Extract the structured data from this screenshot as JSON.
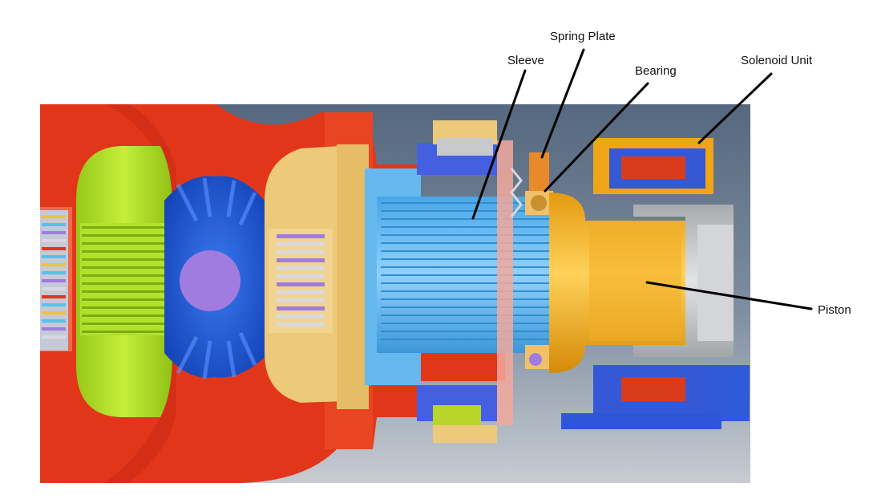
{
  "labels": {
    "spring_plate": "Spring Plate",
    "sleeve": "Sleeve",
    "bearing": "Bearing",
    "solenoid_unit": "Solenoid Unit",
    "piston": "Piston"
  },
  "colors": {
    "background_top": "#5c6f86",
    "background_bottom": "#c3c8cf",
    "housing_red": "#e2361b",
    "green_gear": "#a8d623",
    "blue_gear": "#1f58d8",
    "purple_pin": "#a07ce0",
    "tan_case": "#ecca7a",
    "light_blue_shaft": "#5fb4ee",
    "orange_piston": "#f0a516",
    "grey_metal": "#b9bcbf",
    "leader_line": "#000000"
  }
}
